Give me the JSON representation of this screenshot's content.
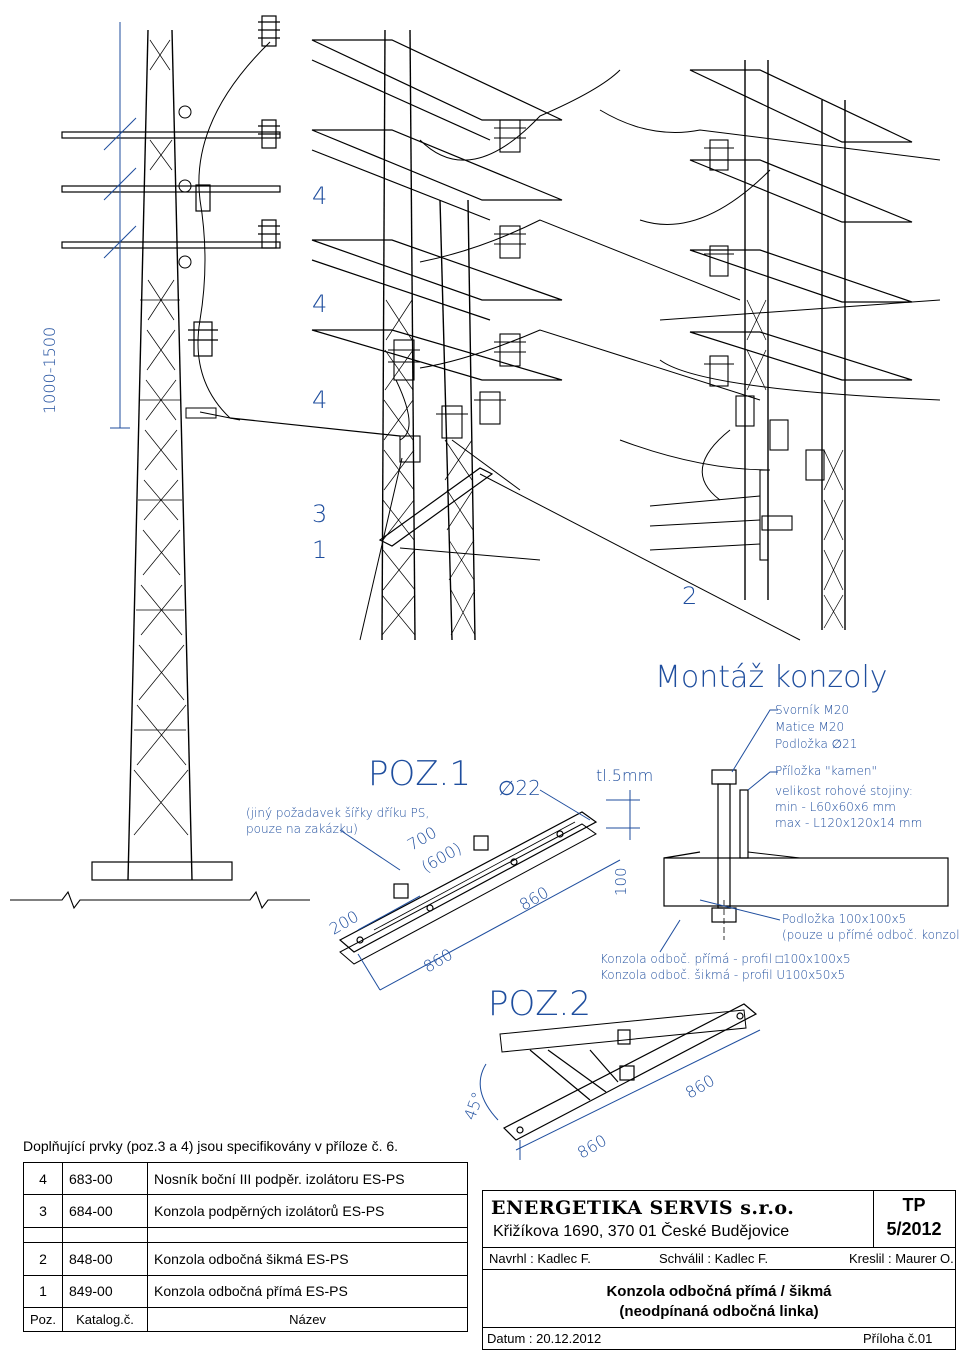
{
  "drawing": {
    "title": "Montáž konzoly",
    "labels": {
      "poz1": "POZ.1",
      "poz2": "POZ.2",
      "pos4a": "4",
      "pos4b": "4",
      "pos4c": "4",
      "pos3": "3",
      "pos1": "1",
      "pos2": "2"
    },
    "dimensions": {
      "vertical": "1000-1500",
      "d200": "200",
      "d860a": "860",
      "d860b": "860",
      "d860c": "860",
      "d860d": "860",
      "d700": "700",
      "d600": "(600)",
      "d100": "100",
      "tl": "tl.5mm",
      "dia22": "∅22",
      "angle": "45°"
    },
    "notes": {
      "width_note_1": "(jiný požadavek šířky dříku PS,",
      "width_note_2": "pouze na zakázku)",
      "bolt_1": "Svorník M20",
      "bolt_2": "Matice M20",
      "bolt_3": "Podložka ∅21",
      "bolt_4": "Příložka \"kamen\"",
      "bolt_5": "velikost rohové stojiny:",
      "bolt_6": "min - L60x60x6 mm",
      "bolt_7": "max - L120x120x14 mm",
      "washer_1": "Podložka 100x100x5",
      "washer_2": "(pouze u přímé odboč. konzoly)",
      "profile_1": "Konzola odboč. přímá - profil □100x100x5",
      "profile_2": "Konzola odboč. šikmá - profil U100x50x5"
    }
  },
  "supplement_note": "Doplňující prvky (poz.3 a 4) jsou specifikovány v příloze č. 6.",
  "parts": [
    {
      "poz": "4",
      "katalog": "683-00",
      "nazev": "Nosník boční III podpěr. izolátoru ES-PS"
    },
    {
      "poz": "3",
      "katalog": "684-00",
      "nazev": "Konzola podpěrných izolátorů ES-PS"
    },
    {
      "poz": "2",
      "katalog": "848-00",
      "nazev": "Konzola odbočná šikmá ES-PS"
    },
    {
      "poz": "1",
      "katalog": "849-00",
      "nazev": "Konzola odbočná přímá ES-PS"
    }
  ],
  "parts_header": {
    "poz": "Poz.",
    "katalog": "Katalog.č.",
    "nazev": "Název"
  },
  "title_block": {
    "company": "ENERGETIKA SERVIS s.r.o.",
    "address": "Křižíkova 1690, 370 01 České Budějovice",
    "doc_code": "TP",
    "doc_number": "5/2012",
    "designed": "Navrhl : Kadlec F.",
    "approved": "Schválil : Kadlec F.",
    "drawn": "Kreslil : Maurer O.",
    "name_1": "Konzola odbočná přímá / šikmá",
    "name_2": "(neodpínaná odbočná linka)",
    "date": "Datum : 20.12.2012",
    "attachment": "Příloha č.01"
  },
  "colors": {
    "dimension": "#1f4e9e",
    "ink": "#000000"
  }
}
